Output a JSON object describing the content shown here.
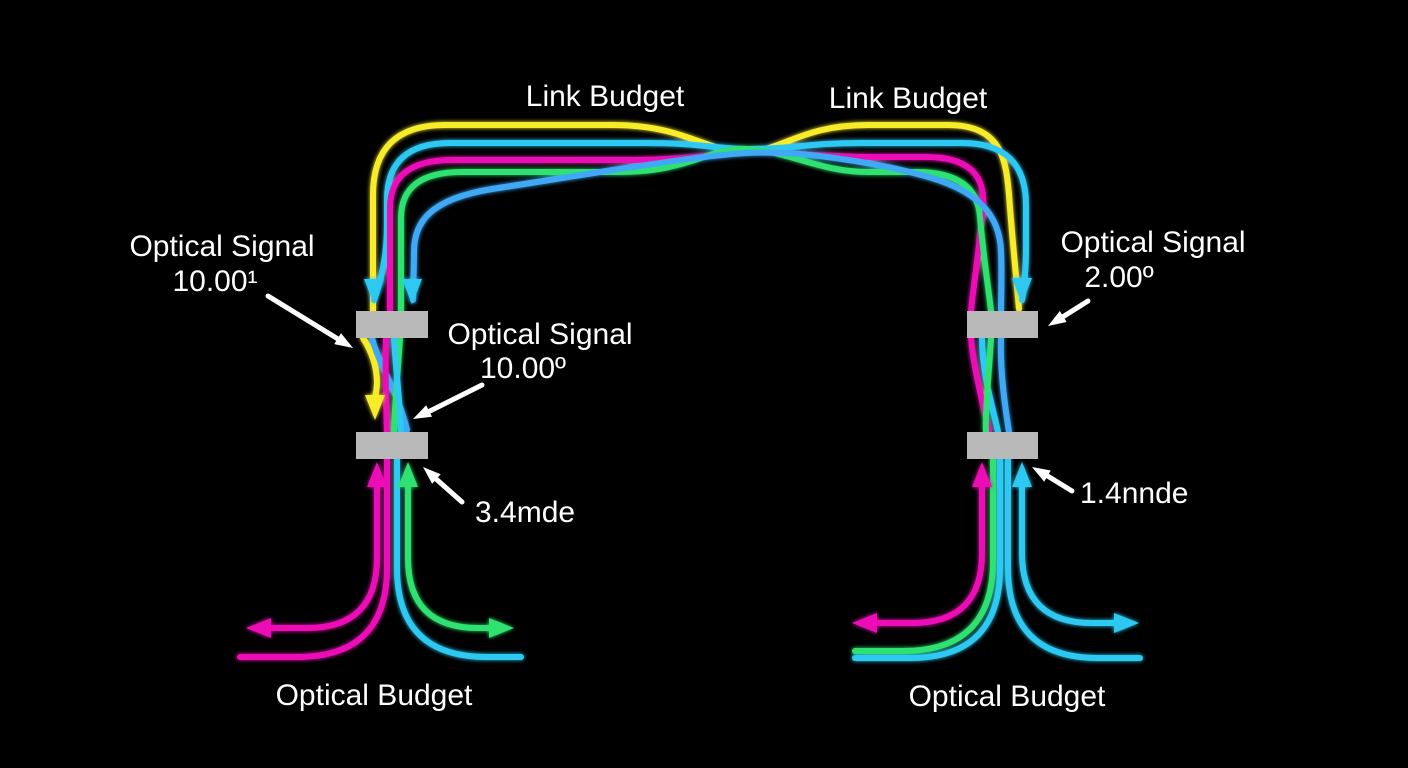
{
  "colors": {
    "yellow": "#F7EC2C",
    "cyan": "#2FC9F2",
    "magenta": "#EC0EB6",
    "green": "#2EE170",
    "blue": "#3FA9F5",
    "connector": "#B9B9B9",
    "white": "#FFFFFF",
    "background": "#000000",
    "text": "#FFFFFF"
  },
  "labels": {
    "link_budget_left": "Link Budget",
    "link_budget_right": "Link Budget",
    "optical_signal_left": {
      "line1": "Optical Signal",
      "line2": "10.00¹"
    },
    "optical_signal_mid": {
      "line1": "Optical Signal",
      "line2": "10.00º"
    },
    "optical_signal_right": {
      "line1": "Optical Signal",
      "line2": "2.00º"
    },
    "loss_left": "3.4mde",
    "loss_right": "1.4nnde",
    "optical_budget_left": "Optical Budget",
    "optical_budget_right": "Optical Budget"
  },
  "diagram": {
    "connector_count": 4,
    "fiber_colors_top_to_bottom": [
      "yellow",
      "cyan",
      "magenta",
      "green",
      "blue"
    ]
  }
}
